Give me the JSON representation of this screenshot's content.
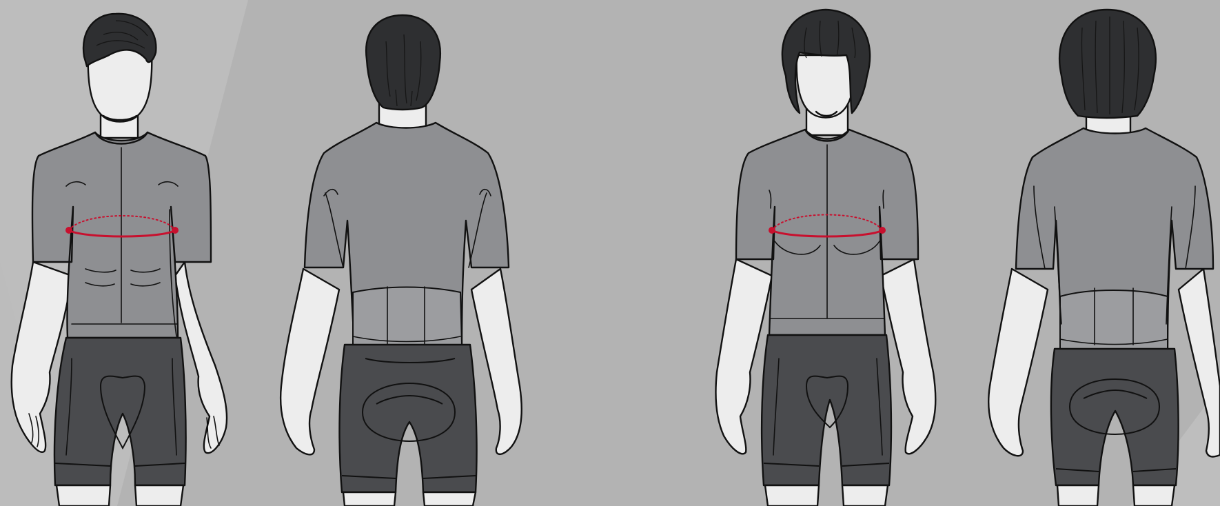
{
  "illustration": {
    "figures": [
      {
        "id": "male-front",
        "view": "front",
        "shows_measurement": true
      },
      {
        "id": "male-back",
        "view": "back",
        "shows_measurement": false
      },
      {
        "id": "female-front",
        "view": "front",
        "shows_measurement": true
      },
      {
        "id": "female-back",
        "view": "back",
        "shows_measurement": false
      }
    ],
    "measurement": {
      "type": "chest-circumference"
    }
  },
  "colors": {
    "background": "#b3b3b3",
    "background_stripe": "#c4c4c4",
    "jersey": "#8e8f92",
    "jersey_panel": "#9c9da0",
    "shorts": "#4a4b4e",
    "skin": "#ededed",
    "hair": "#2e2f31",
    "outline": "#111111",
    "measure_line": "#c8102e"
  }
}
